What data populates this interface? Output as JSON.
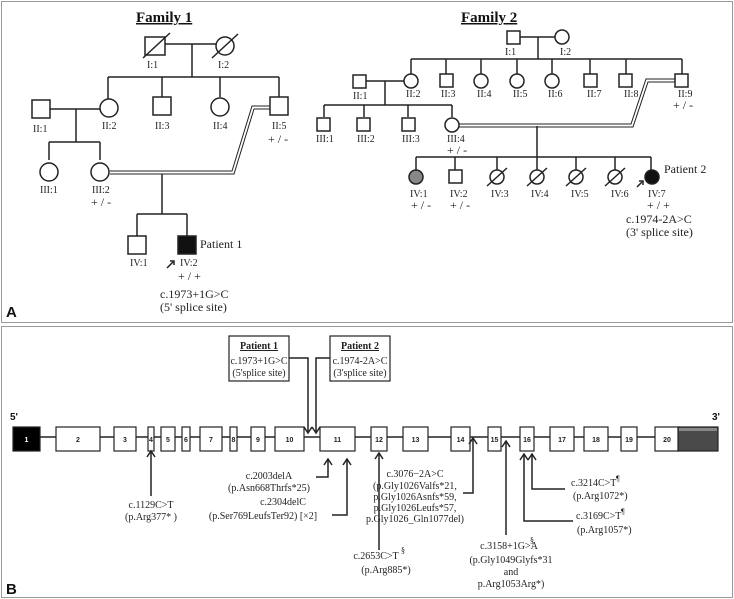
{
  "panel_a": {
    "label": "A",
    "family1": {
      "title": "Family 1",
      "members": {
        "I1": {
          "id": "I:1",
          "sex": "male",
          "deceased": true
        },
        "I2": {
          "id": "I:2",
          "sex": "female",
          "deceased": true
        },
        "II1": {
          "id": "II:1",
          "sex": "male"
        },
        "II2": {
          "id": "II:2",
          "sex": "female"
        },
        "II3": {
          "id": "II:3",
          "sex": "male"
        },
        "II4": {
          "id": "II:4",
          "sex": "female"
        },
        "II5": {
          "id": "II:5",
          "sex": "male",
          "genotype": "+ / -"
        },
        "III1": {
          "id": "III:1",
          "sex": "female"
        },
        "III2": {
          "id": "III:2",
          "sex": "female",
          "genotype": "+ / -"
        },
        "IV1": {
          "id": "IV:1",
          "sex": "male"
        },
        "IV2": {
          "id": "IV:2",
          "sex": "male",
          "affected": true,
          "proband": true,
          "genotype": "+ / +"
        }
      },
      "patient_label": "Patient 1",
      "mutation": "c.1973+1G>C",
      "mutation_note": "(5' splice site)"
    },
    "family2": {
      "title": "Family 2",
      "members": {
        "I1": {
          "id": "I:1",
          "sex": "male"
        },
        "I2": {
          "id": "I:2",
          "sex": "female"
        },
        "II1": {
          "id": "II:1",
          "sex": "male"
        },
        "II2": {
          "id": "II:2",
          "sex": "female"
        },
        "II3": {
          "id": "II:3",
          "sex": "male"
        },
        "II4": {
          "id": "II:4",
          "sex": "female"
        },
        "II5": {
          "id": "II:5",
          "sex": "female"
        },
        "II6": {
          "id": "II:6",
          "sex": "female"
        },
        "II7": {
          "id": "II:7",
          "sex": "male"
        },
        "II8": {
          "id": "II:8",
          "sex": "male"
        },
        "II9": {
          "id": "II:9",
          "sex": "male",
          "genotype": "+ / -"
        },
        "III1": {
          "id": "III:1",
          "sex": "male"
        },
        "III2": {
          "id": "III:2",
          "sex": "male"
        },
        "III3": {
          "id": "III:3",
          "sex": "male"
        },
        "III4": {
          "id": "III:4",
          "sex": "female",
          "genotype": "+ / -"
        },
        "IV1": {
          "id": "IV:1",
          "sex": "female",
          "carrier_shaded": true,
          "genotype": "+ / -"
        },
        "IV2": {
          "id": "IV:2",
          "sex": "male",
          "genotype": "+ / -"
        },
        "IV3": {
          "id": "IV:3",
          "sex": "female",
          "deceased": true
        },
        "IV4": {
          "id": "IV:4",
          "sex": "female",
          "deceased": true
        },
        "IV5": {
          "id": "IV:5",
          "sex": "female",
          "deceased": true
        },
        "IV6": {
          "id": "IV:6",
          "sex": "female",
          "deceased": true
        },
        "IV7": {
          "id": "IV:7",
          "sex": "female",
          "affected": true,
          "proband": true,
          "genotype": "+ / +"
        }
      },
      "patient_label": "Patient 2",
      "mutation": "c.1974-2A>C",
      "mutation_note": "(3' splice site)"
    }
  },
  "panel_b": {
    "label": "B",
    "five_prime": "5'",
    "three_prime": "3'",
    "exons": [
      "1",
      "2",
      "3",
      "4",
      "5",
      "6",
      "7",
      "8",
      "9",
      "10",
      "11",
      "12",
      "13",
      "14",
      "15",
      "16",
      "17",
      "18",
      "19",
      "20"
    ],
    "patient_boxes": [
      {
        "title": "Patient 1",
        "mutation": "c.1973+1G>C",
        "note": "(5'splice site)"
      },
      {
        "title": "Patient 2",
        "mutation": "c.1974-2A>C",
        "note": "(3'splice site)"
      }
    ],
    "variants": [
      {
        "lines": [
          "c.1129C>T",
          "(p.Arg377* )"
        ]
      },
      {
        "lines": [
          "c.2003delA",
          "(p.Asn668Thrfs*25)"
        ]
      },
      {
        "lines": [
          "c.2304delC",
          "(p.Ser769LeufsTer92) [×2]"
        ]
      },
      {
        "lines": [
          "c.2653C>T",
          "(p.Arg885*)"
        ],
        "mark": "§"
      },
      {
        "lines": [
          "c.3076−2A>C",
          "(p.Gly1026Valfs*21,",
          "p.Gly1026Asnfs*59,",
          "p.Gly1026Leufs*57,",
          "p.Gly1026_Gln1077del)"
        ]
      },
      {
        "lines": [
          "c.3158+1G>A",
          "(p.Gly1049Glyfs*31",
          "and",
          "p.Arg1053Arg*)"
        ],
        "mark": "§"
      },
      {
        "lines": [
          "c.3214C>T",
          "(p.Arg1072*)"
        ],
        "mark": "¶"
      },
      {
        "lines": [
          "c.3169C>T",
          "(p.Arg1057*)"
        ],
        "mark": "¶"
      }
    ]
  }
}
